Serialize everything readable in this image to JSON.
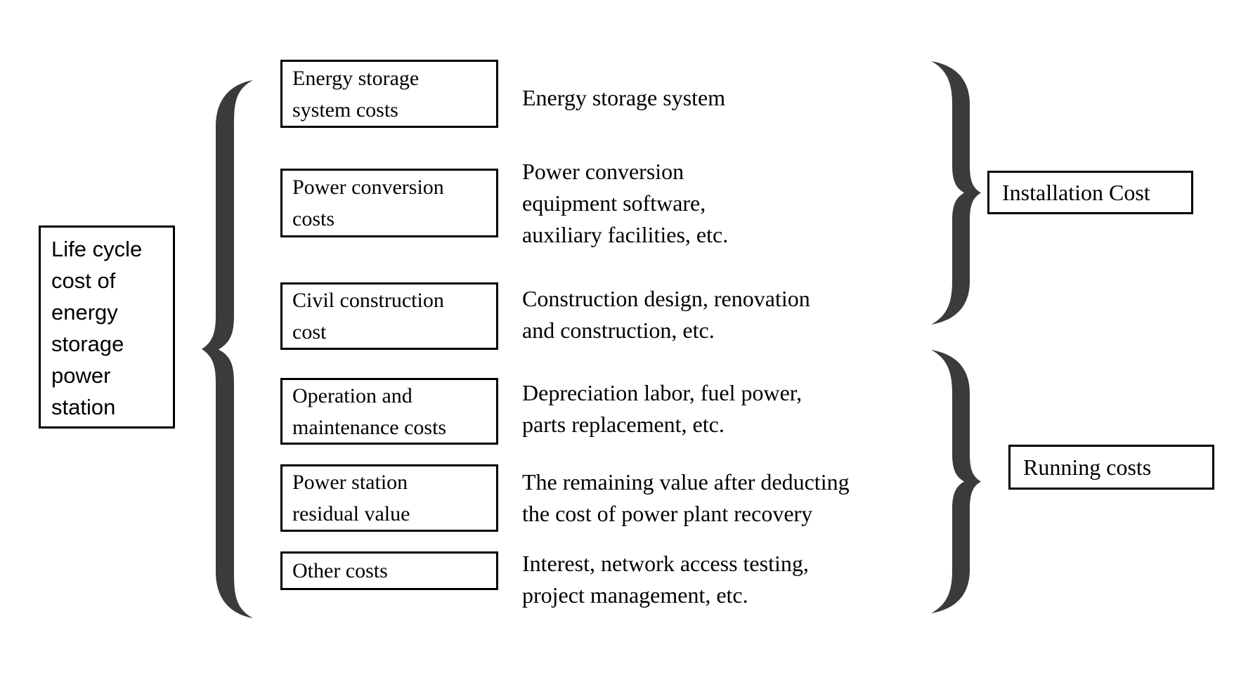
{
  "diagram": {
    "root": {
      "label": "Life cycle\ncost of\nenergy\nstorage\npower\nstation"
    },
    "items": [
      {
        "box": "Energy storage\nsystem costs",
        "desc": "Energy storage system"
      },
      {
        "box": "Power conversion\ncosts",
        "desc": "Power conversion\nequipment software,\nauxiliary facilities, etc."
      },
      {
        "box": "Civil construction\ncost",
        "desc": "Construction design, renovation\nand construction, etc."
      },
      {
        "box": "Operation and\nmaintenance costs",
        "desc": "Depreciation labor, fuel power,\nparts replacement, etc."
      },
      {
        "box": "Power station\nresidual value",
        "desc": "The remaining value after deducting\nthe cost of power plant recovery"
      },
      {
        "box": "Other costs",
        "desc": "Interest, network access testing,\nproject management, etc."
      }
    ],
    "groups": [
      {
        "label": "Installation Cost"
      },
      {
        "label": "Running costs"
      }
    ],
    "colors": {
      "background": "#ffffff",
      "border": "#000000",
      "text": "#000000",
      "brace": "#3b3b3b"
    }
  }
}
